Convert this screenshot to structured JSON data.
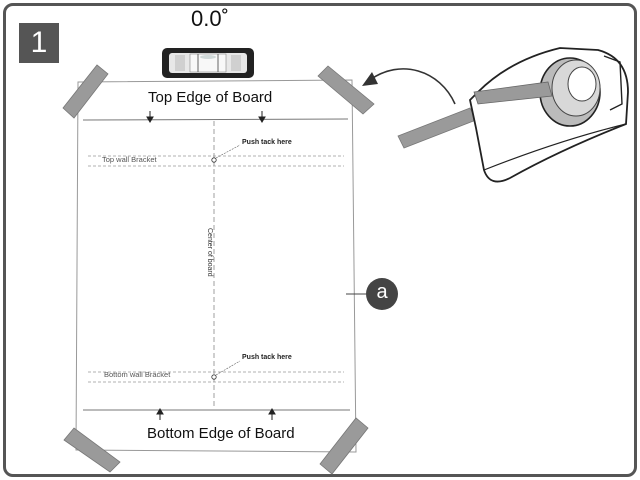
{
  "step": {
    "number": "1"
  },
  "level": {
    "reading": "0.0˚"
  },
  "board": {
    "top_edge_label": "Top Edge of Board",
    "bottom_edge_label": "Bottom Edge of Board",
    "center_label": "Center of board",
    "top_bracket_label": "Top wall Bracket",
    "bottom_bracket_label": "Bottom  wall Bracket",
    "push_tack_top": "Push tack here",
    "push_tack_bottom": "Push tack here"
  },
  "callout": {
    "letter": "a"
  },
  "icons": [
    "spirit-level-icon",
    "tape-dispenser-icon",
    "tape-strip-icon",
    "curved-arrow-icon"
  ],
  "colors": {
    "badge": "#555555",
    "tape": "#9a9a9a",
    "callout": "#444444"
  }
}
